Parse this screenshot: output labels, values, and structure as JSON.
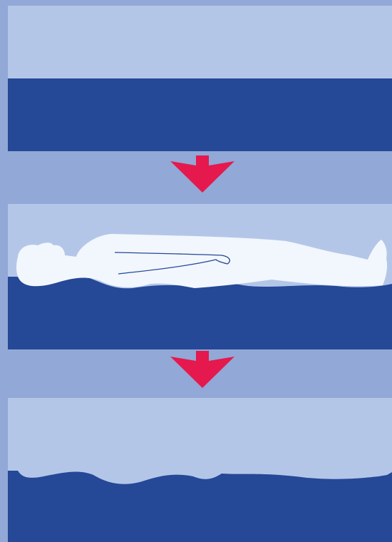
{
  "colors": {
    "background": "#92A8D6",
    "air": "#B4C6E8",
    "mattress": "#254897",
    "body": "#F2F7FD",
    "body_line": "#254897",
    "arrow": "#E5194D"
  },
  "panels": [
    {
      "state": "flat mattress, no body"
    },
    {
      "state": "body lying on mattress, surface deforms"
    },
    {
      "state": "body removed, mattress keeps impression"
    }
  ],
  "arrows": [
    "arrow-down-icon",
    "arrow-down-icon"
  ]
}
